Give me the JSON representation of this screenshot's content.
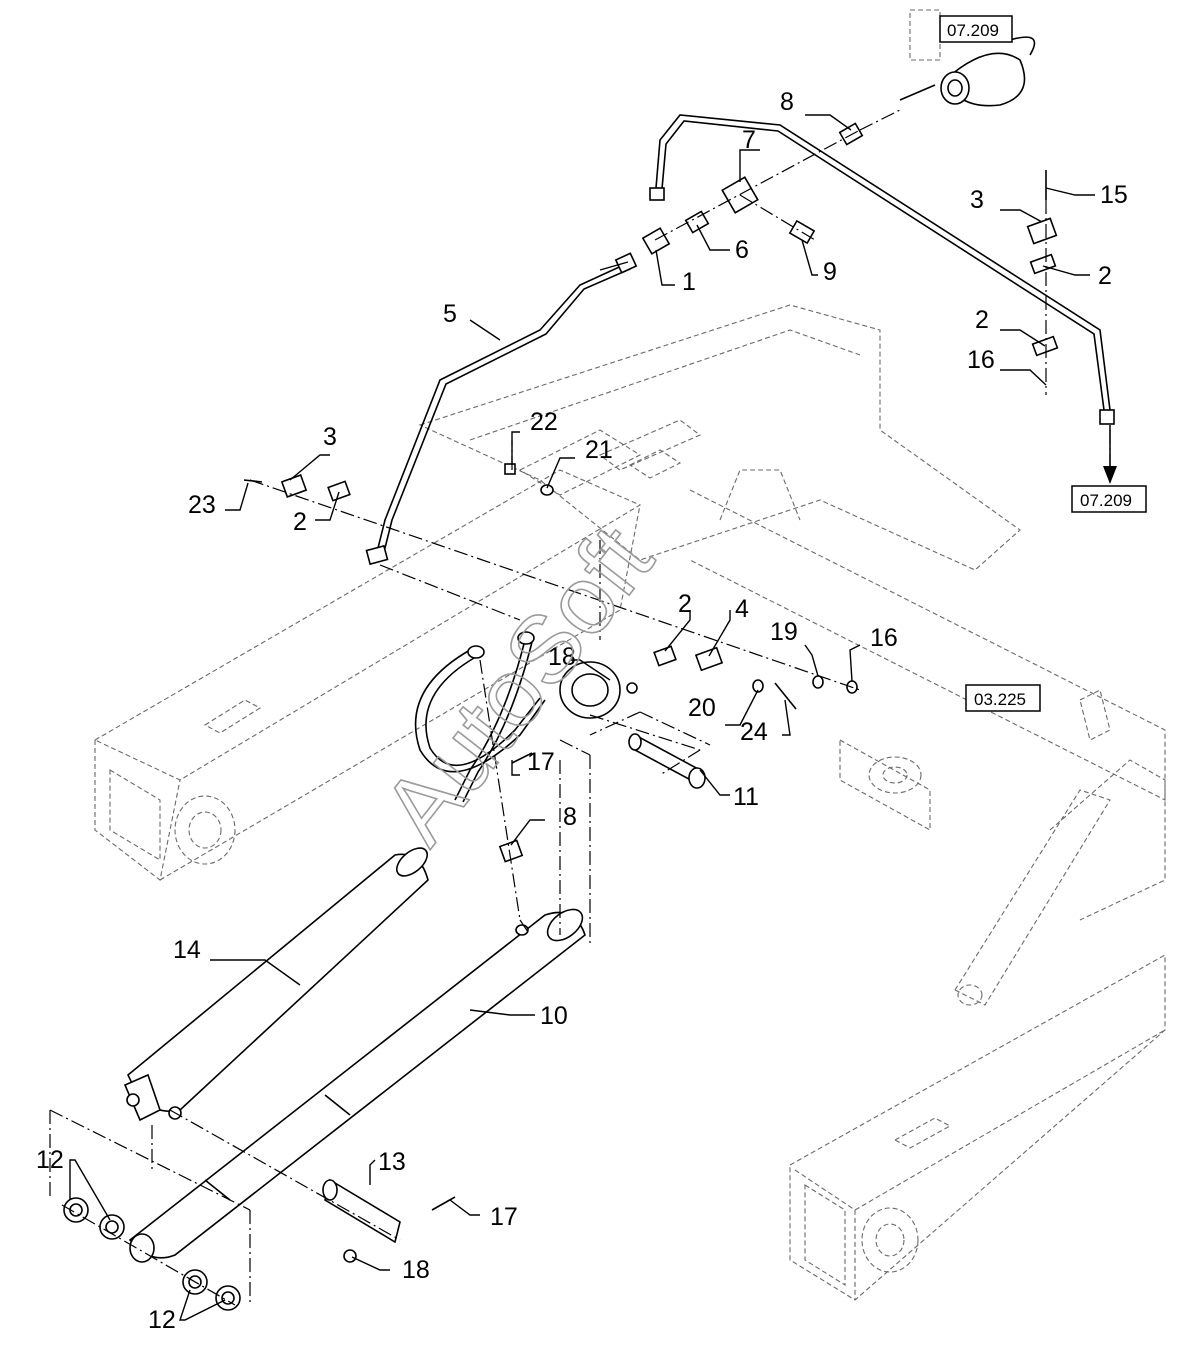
{
  "watermark": "AutoSoft",
  "references": [
    {
      "id": "ref-top",
      "text": "07.209"
    },
    {
      "id": "ref-right",
      "text": "07.209"
    },
    {
      "id": "ref-frame",
      "text": "03.225"
    }
  ],
  "callouts": [
    {
      "id": "c1",
      "text": "1"
    },
    {
      "id": "c2a",
      "text": "2"
    },
    {
      "id": "c2b",
      "text": "2"
    },
    {
      "id": "c2c",
      "text": "2"
    },
    {
      "id": "c2d",
      "text": "2"
    },
    {
      "id": "c3a",
      "text": "3"
    },
    {
      "id": "c3b",
      "text": "3"
    },
    {
      "id": "c4",
      "text": "4"
    },
    {
      "id": "c5",
      "text": "5"
    },
    {
      "id": "c6",
      "text": "6"
    },
    {
      "id": "c7",
      "text": "7"
    },
    {
      "id": "c8a",
      "text": "8"
    },
    {
      "id": "c8b",
      "text": "8"
    },
    {
      "id": "c9",
      "text": "9"
    },
    {
      "id": "c10",
      "text": "10"
    },
    {
      "id": "c11",
      "text": "11"
    },
    {
      "id": "c12a",
      "text": "12"
    },
    {
      "id": "c12b",
      "text": "12"
    },
    {
      "id": "c13",
      "text": "13"
    },
    {
      "id": "c14",
      "text": "14"
    },
    {
      "id": "c15",
      "text": "15"
    },
    {
      "id": "c16a",
      "text": "16"
    },
    {
      "id": "c16b",
      "text": "16"
    },
    {
      "id": "c17a",
      "text": "17"
    },
    {
      "id": "c17b",
      "text": "17"
    },
    {
      "id": "c18a",
      "text": "18"
    },
    {
      "id": "c18b",
      "text": "18"
    },
    {
      "id": "c19",
      "text": "19"
    },
    {
      "id": "c20",
      "text": "20"
    },
    {
      "id": "c21",
      "text": "21"
    },
    {
      "id": "c22",
      "text": "22"
    },
    {
      "id": "c23",
      "text": "23"
    },
    {
      "id": "c24",
      "text": "24"
    }
  ]
}
